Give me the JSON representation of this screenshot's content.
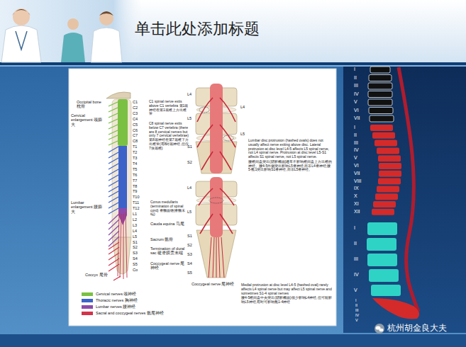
{
  "diagram": {
    "title": "单击此处添加标题",
    "labels": [
      "Occipital bone 枕骨",
      "Cervical enlargement 颈膨大",
      "C1 spinal nerve exits above C1 vertebra 第1颈神经在第1颈椎上方出椎管",
      "C8 spinal nerve exits below C7 vertebra (there are 8 cervical nerves but only 7 cervical vertebrae) 第8颈神经在第7颈椎下方出椎管(有8对颈神经,但仅7块颈椎)",
      "Lumbar enlargement 腰膨大",
      "Conus medullaris (termination of spinal cord) 脊髓圆锥(脊髓末端)",
      "Cauda equina 马尾",
      "Sacrum 骶骨",
      "Termination of dural sac 硬脊膜囊末端",
      "Coccygeal nerve 尾神经",
      "Coccyx 尾骨",
      "C1",
      "C2",
      "C3",
      "C4",
      "C5",
      "C6",
      "C7",
      "C8",
      "T1",
      "T2",
      "T3",
      "T4",
      "T5",
      "T6",
      "T7",
      "T8",
      "T9",
      "T10",
      "T11",
      "T12",
      "L1",
      "L2",
      "L3",
      "L4",
      "L5",
      "S1",
      "S2",
      "S3",
      "S4",
      "S5",
      "Co",
      "L4",
      "L5",
      "S1",
      "S2",
      "L4",
      "L5",
      "Lumbar disc protrusion (hashed ovals) does not usually affect nerve exiting above disc. Lateral protrusion at disc level L4-5 affects L5 spinal nerve, not L4 spinal nerve. Protrusion at disc level L5-S1 affects S1 spinal nerve, not L5 spinal nerve.",
      "腰椎间盘突出(阴影椭圆)通常不影响椎间盘上方出椎的神经。腰4-5外侧突出影响L5脊神经,而非L4脊神经;腰5-骶1突出影响S1脊神经,而非L5脊神经。",
      "L4",
      "L5",
      "S1",
      "S2",
      "S3",
      "S4",
      "S5",
      "Coccygeal nerve 尾神经",
      "Medial protrusion at disc level L4-5 (hashed oval) rarely affects L4 spinal nerve but may affect L5 spinal nerve and sometimes S1-4 spinal nerves",
      "腰4-5椎间盘中央突出(阴影椭圆)很少影响L4神经,但可能影响L5神经,有时可影响骶1-4神经",
      "I",
      "II",
      "III",
      "IV",
      "V",
      "VI",
      "VII",
      "I",
      "II",
      "III",
      "IV",
      "V",
      "VI",
      "VII",
      "VIII",
      "IX",
      "X",
      "XI",
      "XII",
      "I",
      "II",
      "III",
      "IV",
      "V",
      "I",
      "II",
      "III",
      "IV",
      "V",
      "杭州胡金良大夫"
    ],
    "legend": [
      {
        "text": "Cervical nerves 颈神经",
        "color": "#7ac143"
      },
      {
        "text": "Thoracic nerves 胸神经",
        "color": "#3d63c9"
      },
      {
        "text": "Lumbar nerves 腰神经",
        "color": "#8d4aaa"
      },
      {
        "text": "Sacral and coccygeal nerves 骶尾神经",
        "color": "#d2334a"
      }
    ]
  }
}
